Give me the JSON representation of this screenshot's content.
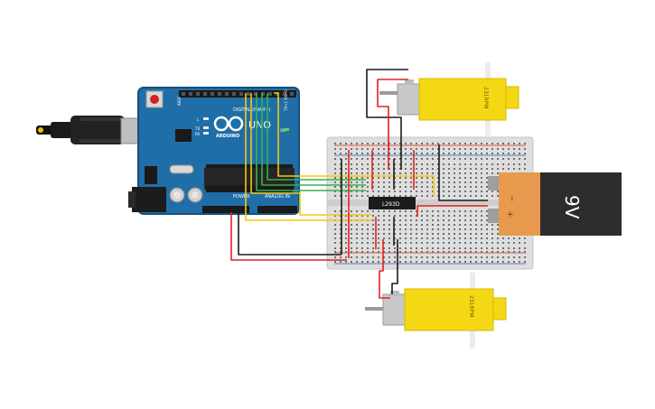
{
  "colors": {
    "arduino_board": "#1f6ea8",
    "arduino_dark": "#16507c",
    "breadboard": "#dedede",
    "motor_yellow": "#f5d814",
    "battery_orange": "#e79a4d",
    "battery_black": "#2d2d2d",
    "wire_red": "#e0221d",
    "wire_black": "#1c1c1c",
    "wire_yellow": "#f3c911",
    "wire_green": "#36b34a",
    "chip": "#1b1b1b"
  },
  "arduino": {
    "logo": "ARDUINO",
    "model": "UNO",
    "digital_header": "DIGITAL (PWM~)",
    "analog_header": "ANALOG IN",
    "power_header": "POWER",
    "led_labels": [
      "L",
      "TX",
      "RX"
    ],
    "on_label": "ON",
    "aref": "AREF",
    "tx_rx": "TX→1 RX←0",
    "icons": [
      "usb-connector-icon",
      "reset-button-icon",
      "barrel-jack-icon",
      "capacitor-icon",
      "crystal-icon",
      "atmega-chip-icon"
    ]
  },
  "ic": {
    "label": "L293D"
  },
  "motors": [
    {
      "label": "231RPM",
      "rotation": "top"
    },
    {
      "label": "231RPM",
      "rotation": "bottom"
    }
  ],
  "battery": {
    "label": "9V",
    "minus": "−",
    "plus": "+"
  }
}
